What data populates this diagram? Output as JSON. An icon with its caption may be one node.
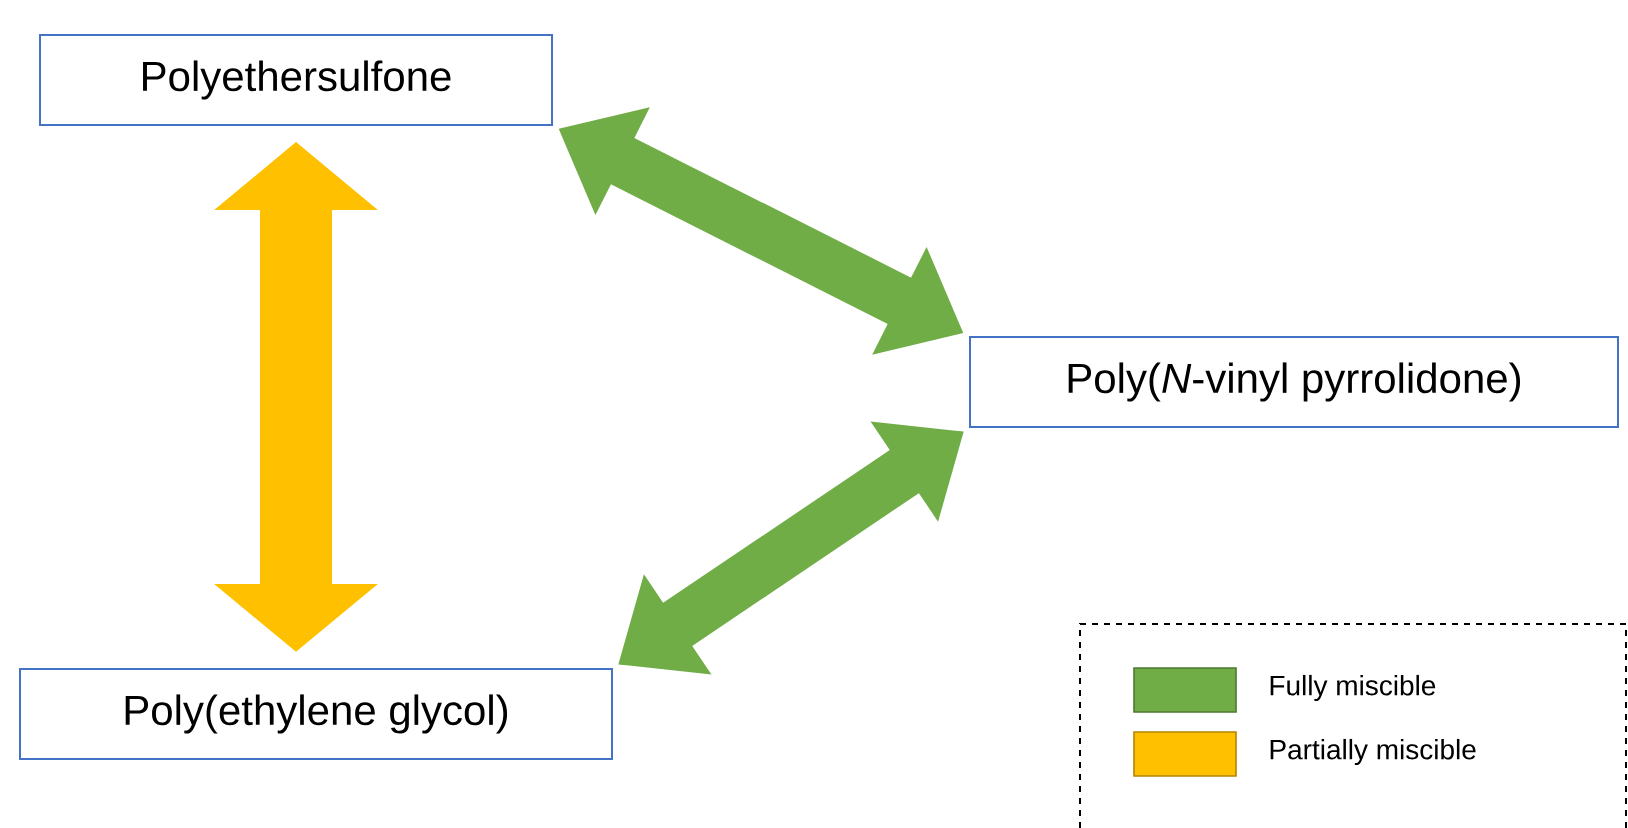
{
  "diagram": {
    "nodes": [
      {
        "text": [
          "Polyethersulfone"
        ]
      },
      {
        "text": [
          "Poly(*N*-vinyl pyrrolidone)"
        ]
      },
      {
        "text": [
          "Poly(ethylene glycol)"
        ]
      }
    ],
    "edges": [
      {
        "from": 0,
        "to": 1,
        "arrow": "both"
      },
      {
        "from": 1,
        "to": 2,
        "arrow": "both"
      },
      {
        "from": 0,
        "to": 2,
        "arrow": "both",
        "color": "#ffc000"
      }
    ],
    "legend": [
      {
        "text": "Fully miscible",
        "color": "#70ad47"
      },
      {
        "text": "Partially miscible",
        "color": "#ffc000"
      }
    ]
  }
}
